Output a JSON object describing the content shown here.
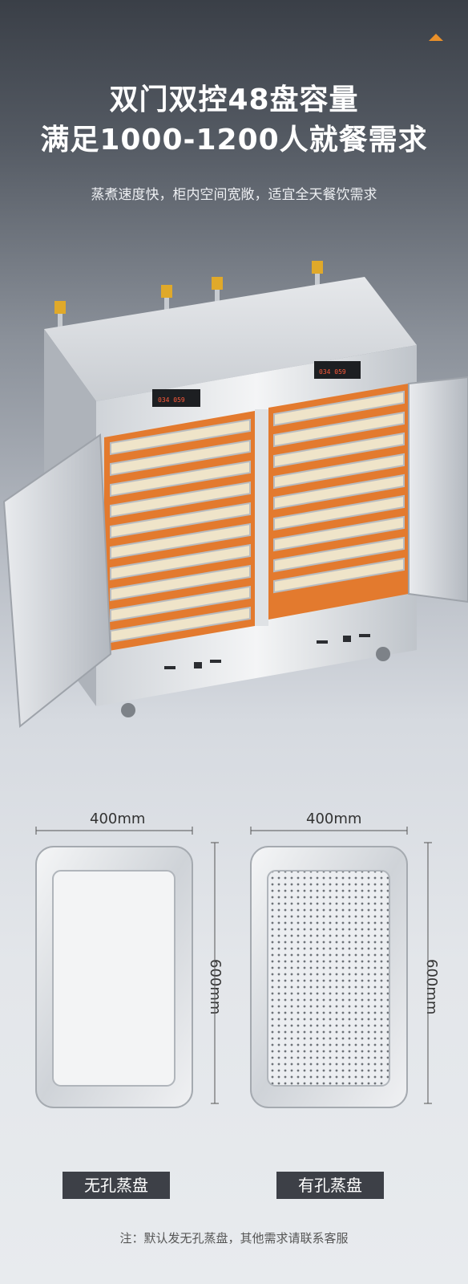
{
  "header": {
    "title_line1": "双门双控48盘容量",
    "title_line2": "满足1000-1200人就餐需求",
    "subtitle": "蒸煮速度快，柜内空间宽敞，适宜全天餐饮需求"
  },
  "trays": {
    "left": {
      "width_label": "400mm",
      "height_label": "600mm",
      "name": "无孔蒸盘"
    },
    "right": {
      "width_label": "400mm",
      "height_label": "600mm",
      "name": "有孔蒸盘"
    }
  },
  "footer": {
    "note": "注：默认发无孔蒸盘，其他需求请联系客服"
  },
  "colors": {
    "accent": "#e9902a",
    "label_bg": "#3d4047",
    "interior": "#e37a2e"
  }
}
